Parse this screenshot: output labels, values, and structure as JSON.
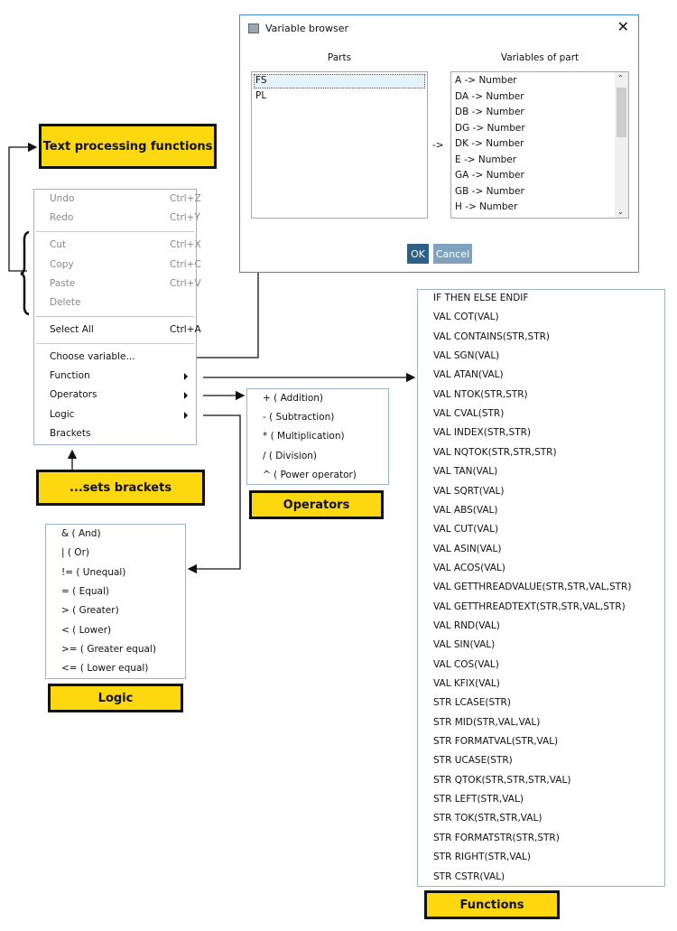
{
  "dialog": {
    "title": "Variable browser",
    "parts_label": "Parts",
    "variables_label": "Variables of part",
    "arrow": "->",
    "parts": [
      "FS",
      "PL"
    ],
    "variables": [
      "A -> Number",
      "DA -> Number",
      "DB -> Number",
      "DG -> Number",
      "DK -> Number",
      "E -> Number",
      "GA -> Number",
      "GB -> Number",
      "H -> Number"
    ],
    "ok": "OK",
    "cancel": "Cancel"
  },
  "context_menu": {
    "items": [
      {
        "label": "Undo",
        "shortcut": "Ctrl+Z"
      },
      {
        "label": "Redo",
        "shortcut": "Ctrl+Y"
      },
      {
        "label": "Cut",
        "shortcut": "Ctrl+X"
      },
      {
        "label": "Copy",
        "shortcut": "Ctrl+C"
      },
      {
        "label": "Paste",
        "shortcut": "Ctrl+V"
      },
      {
        "label": "Delete",
        "shortcut": ""
      },
      {
        "label": "Select All",
        "shortcut": "Ctrl+A"
      },
      {
        "label": "Choose variable...",
        "shortcut": ""
      },
      {
        "label": "Function",
        "shortcut": ""
      },
      {
        "label": "Operators",
        "shortcut": ""
      },
      {
        "label": "Logic",
        "shortcut": ""
      },
      {
        "label": "Brackets",
        "shortcut": ""
      }
    ]
  },
  "operators": [
    "+ ( Addition)",
    "- ( Subtraction)",
    "* ( Multiplication)",
    "/ ( Division)",
    "^ ( Power operator)"
  ],
  "logic": [
    "& ( And)",
    "| ( Or)",
    "!= ( Unequal)",
    "= ( Equal)",
    "> ( Greater)",
    "< ( Lower)",
    ">= ( Greater equal)",
    "<= ( Lower equal)"
  ],
  "functions": [
    "IF THEN ELSE ENDIF",
    "VAL COT(VAL)",
    "VAL CONTAINS(STR,STR)",
    "VAL SGN(VAL)",
    "VAL ATAN(VAL)",
    "VAL NTOK(STR,STR)",
    "VAL CVAL(STR)",
    "VAL INDEX(STR,STR)",
    "VAL NQTOK(STR,STR,STR)",
    "VAL TAN(VAL)",
    "VAL SQRT(VAL)",
    "VAL ABS(VAL)",
    "VAL CUT(VAL)",
    "VAL ASIN(VAL)",
    "VAL ACOS(VAL)",
    "VAL GETTHREADVALUE(STR,STR,VAL,STR)",
    "VAL GETTHREADTEXT(STR,STR,VAL,STR)",
    "VAL RND(VAL)",
    "VAL SIN(VAL)",
    "VAL COS(VAL)",
    "VAL KFIX(VAL)",
    "STR LCASE(STR)",
    "STR MID(STR,VAL,VAL)",
    "STR FORMATVAL(STR,VAL)",
    "STR UCASE(STR)",
    "STR QTOK(STR,STR,STR,VAL)",
    "STR LEFT(STR,VAL)",
    "STR TOK(STR,STR,VAL)",
    "STR FORMATSTR(STR,STR)",
    "STR RIGHT(STR,VAL)",
    "STR CSTR(VAL)"
  ],
  "callouts": {
    "text_processing": "Text processing functions",
    "brackets": "...sets brackets",
    "operators": "Operators",
    "logic": "Logic",
    "functions": "Functions"
  },
  "colors": {
    "callout": "#fdd80f",
    "ok_button": "#2e5f86",
    "cancel_button": "#7fa3bf",
    "dialog_border": "#3c8ad8"
  }
}
